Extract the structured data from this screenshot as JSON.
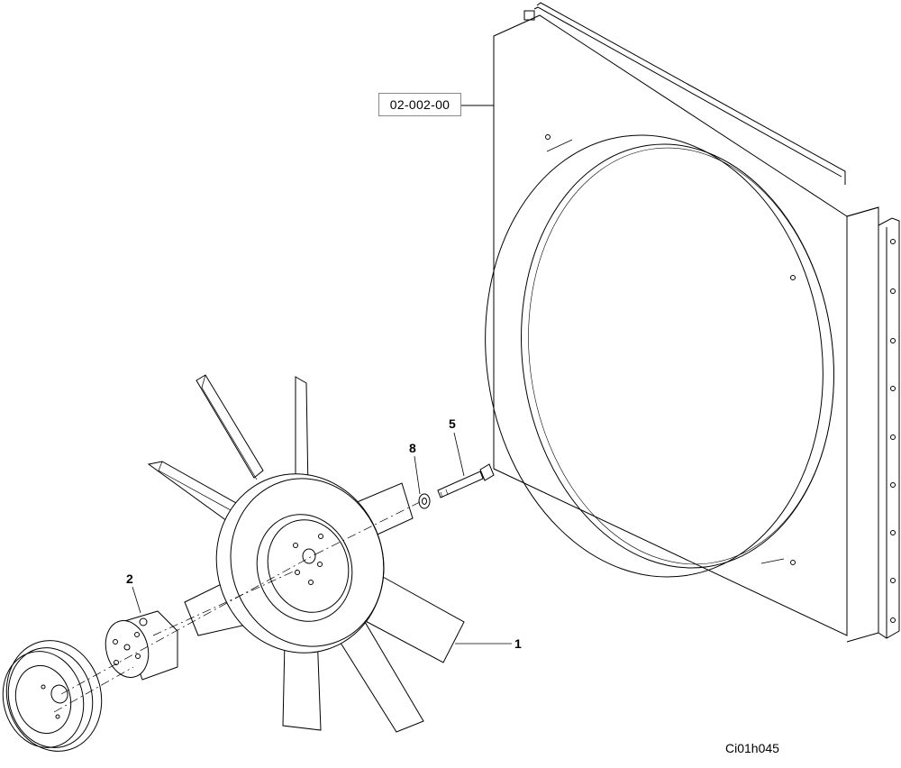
{
  "reference_box": {
    "label": "02-002-00"
  },
  "callouts": {
    "fan": "1",
    "spacer": "2",
    "bolt": "5",
    "washer": "8"
  },
  "figure_code": "Ci01h045"
}
